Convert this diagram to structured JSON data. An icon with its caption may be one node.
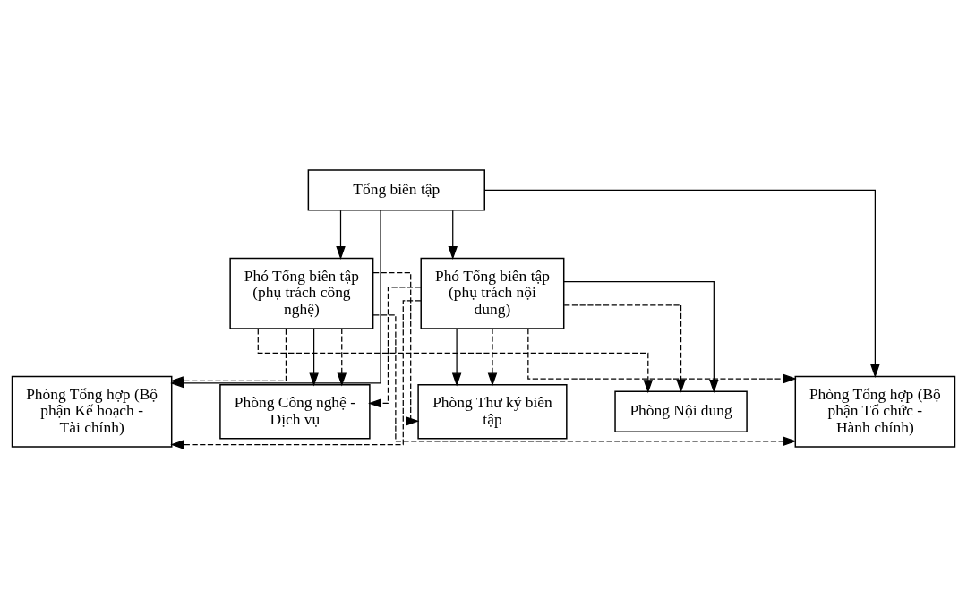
{
  "diagram": {
    "nodes": [
      {
        "text": [
          "Tổng biên tập"
        ]
      },
      {
        "text": [
          "Phó Tổng biên tập (phụ trách nội dung)"
        ]
      },
      {
        "text": [
          "Phó Tổng biên tập (phụ trách công nghệ)"
        ]
      },
      {
        "text": [
          "Phòng Tổng hợp (Bộ phận Kế hoạch - Tài chính)"
        ]
      },
      {
        "text": [
          "Phòng Tổng hợp (Bộ phận Tổ chức - Hành chính)"
        ]
      },
      {
        "text": [
          "Phòng Thư ký biên tập"
        ]
      },
      {
        "text": [
          "Phòng Nội dung"
        ]
      },
      {
        "text": [
          "Phòng Công nghệ - Dịch vụ"
        ]
      }
    ],
    "edges": [
      {
        "from": 0,
        "to": 1,
        "arrow": "to"
      },
      {
        "from": 0,
        "to": 2,
        "arrow": "to"
      },
      {
        "from": 0,
        "to": 3,
        "arrow": "to"
      },
      {
        "from": 0,
        "to": 4,
        "arrow": "to"
      },
      {
        "from": 1,
        "to": 5,
        "arrow": "to"
      },
      {
        "from": 1,
        "to": 6,
        "arrow": "to"
      },
      {
        "from": 2,
        "to": 7,
        "arrow": "to"
      },
      {
        "from": 1,
        "to": 5,
        "arrow": "to",
        "style": "dashed"
      },
      {
        "from": 1,
        "to": 6,
        "arrow": "to",
        "style": "dashed"
      },
      {
        "from": 1,
        "to": 3,
        "arrow": "to",
        "style": "dashed"
      },
      {
        "from": 1,
        "to": 4,
        "arrow": "to",
        "style": "dashed"
      },
      {
        "from": 1,
        "to": 7,
        "arrow": "to",
        "style": "dashed"
      },
      {
        "from": 2,
        "to": 5,
        "arrow": "to",
        "style": "dashed"
      },
      {
        "from": 2,
        "to": 6,
        "arrow": "to",
        "style": "dashed"
      },
      {
        "from": 2,
        "to": 3,
        "arrow": "to",
        "style": "dashed"
      },
      {
        "from": 2,
        "to": 4,
        "arrow": "to",
        "style": "dashed"
      },
      {
        "from": 2,
        "to": 7,
        "arrow": "to",
        "style": "dashed"
      }
    ]
  }
}
